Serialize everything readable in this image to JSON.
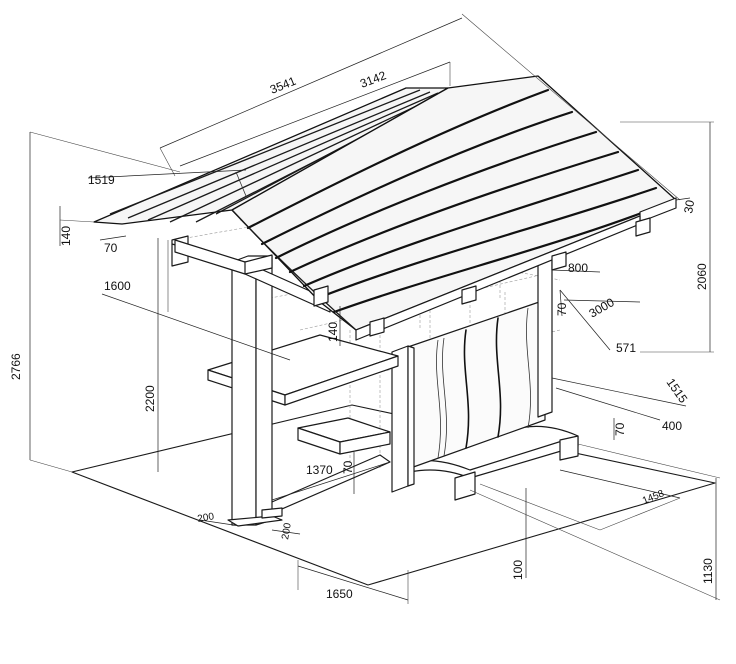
{
  "dimensions": {
    "d3541": "3541",
    "d3142": "3142",
    "d1519": "1519",
    "d140a": "140",
    "d70a": "70",
    "d1600": "1600",
    "d2766": "2766",
    "d2200": "2200",
    "d140b": "140",
    "d1370": "1370",
    "d70b": "70",
    "d200a": "200",
    "d200b": "200",
    "d1650": "1650",
    "d800": "800",
    "d70c": "70",
    "d3000": "3000",
    "d571": "571",
    "d30": "30",
    "d2060": "2060",
    "d1515": "1515",
    "d400": "400",
    "d70d": "70",
    "d1458": "1458",
    "d100": "100",
    "d1130": "1130"
  }
}
